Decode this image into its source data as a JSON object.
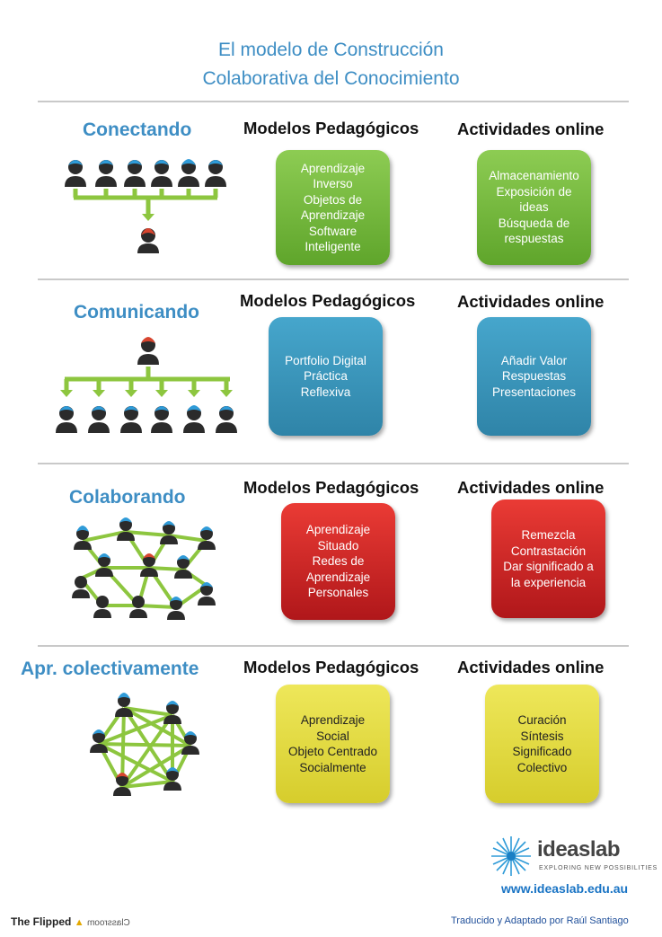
{
  "title": {
    "line1": "El modelo de Construcción",
    "line2": "Colaborativa del Conocimiento"
  },
  "columns": {
    "models": "Modelos Pedagógicos",
    "activities": "Actividades online"
  },
  "sections": [
    {
      "name": "Conectando",
      "color": "#6bb43a",
      "models": [
        "Aprendizaje",
        "Inverso",
        "Objetos de",
        "Aprendizaje",
        "Software",
        "Inteligente"
      ],
      "activities": [
        "Almacenamiento",
        "Exposición de",
        "ideas",
        "Búsqueda de",
        "respuestas"
      ]
    },
    {
      "name": "Comunicando",
      "color": "#3a95b9",
      "models": [
        "Portfolio Digital",
        "Práctica",
        "Reflexiva"
      ],
      "activities": [
        "Añadir Valor",
        "Respuestas",
        "Presentaciones"
      ]
    },
    {
      "name": "Colaborando",
      "color": "#d42428",
      "models": [
        "Aprendizaje",
        "Situado",
        "Redes de",
        "Aprendizaje",
        "Personales"
      ],
      "activities": [
        "Remezcla",
        "Contrastación",
        "Dar significado a",
        "la experiencia"
      ]
    },
    {
      "name": "Apr. colectivamente",
      "color": "#e3db3f",
      "models": [
        "Aprendizaje",
        "Social",
        "Objeto Centrado",
        "Socialmente"
      ],
      "activities": [
        "Curación",
        "Síntesis",
        "Significado",
        "Colectivo"
      ]
    }
  ],
  "branding": {
    "logo_text": "ideaslab",
    "logo_tagline": "EXPLORING NEW POSSIBILITIES",
    "website": "www.ideaslab.edu.au",
    "credit": "Traducido y Adaptado por Raúl Santiago",
    "flipped_left": "The Flipped",
    "flipped_right": "Classroom"
  },
  "icon_colors": {
    "person_dark": "#2b2b2b",
    "hair_blue": "#2f9bd8",
    "hair_red": "#d8452f",
    "face_pink": "#f2c7c1",
    "connector_green": "#8dc63f"
  }
}
